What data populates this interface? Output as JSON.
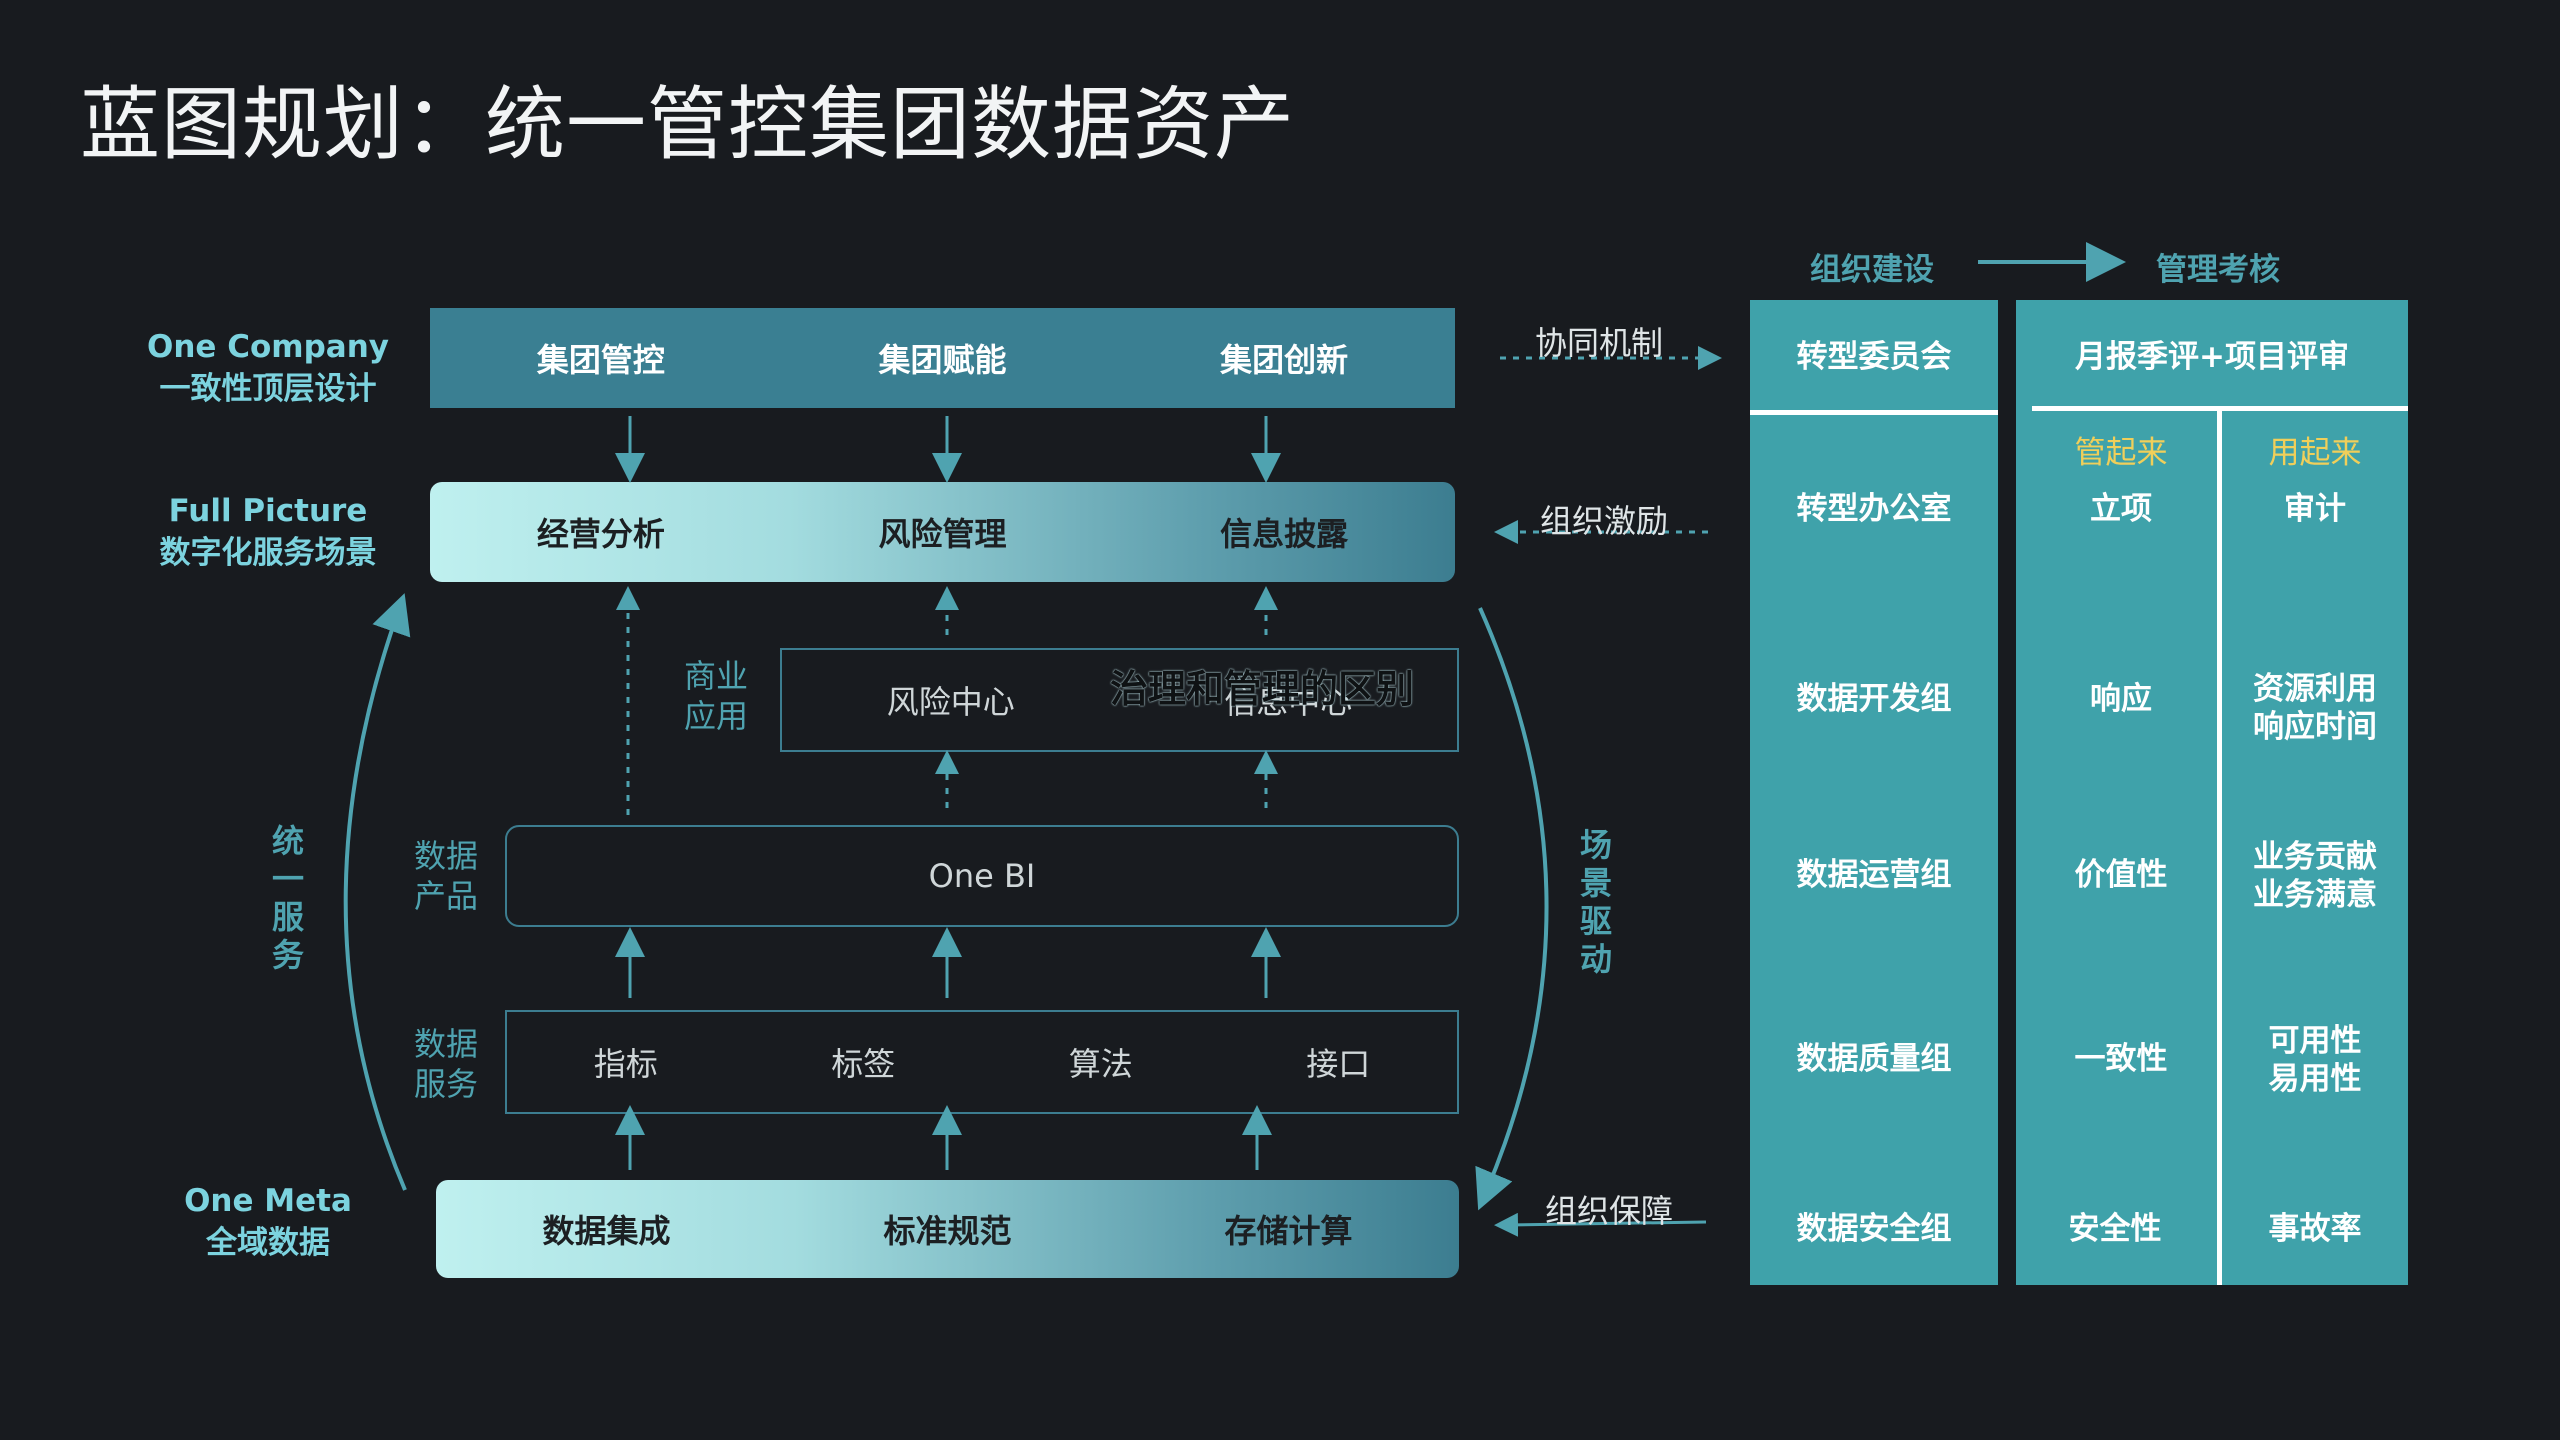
{
  "title": "蓝图规划：统一管控集团数据资产",
  "left_labels": {
    "company": [
      "One Company",
      "一致性顶层设计"
    ],
    "picture": [
      "Full Picture",
      "数字化服务场景"
    ],
    "meta": [
      "One Meta",
      "全域数据"
    ]
  },
  "top_band": [
    "集团管控",
    "集团赋能",
    "集团创新"
  ],
  "scene_band": [
    "经营分析",
    "风险管理",
    "信息披露"
  ],
  "biz_app": {
    "label": [
      "商业",
      "应用"
    ],
    "items": [
      "风险中心",
      "信息中心"
    ]
  },
  "data_product": {
    "label": [
      "数据",
      "产品"
    ],
    "item": "One BI"
  },
  "data_service": {
    "label": [
      "数据",
      "服务"
    ],
    "items": [
      "指标",
      "标签",
      "算法",
      "接口"
    ]
  },
  "bottom_band": [
    "数据集成",
    "标准规范",
    "存储计算"
  ],
  "unified_service": [
    "统",
    "一",
    "服",
    "务"
  ],
  "scene_driven": [
    "场",
    "景",
    "驱",
    "动"
  ],
  "overlay_text": "治理和管理的区别",
  "mechanisms": {
    "collab": "协同机制",
    "incentive": "组织激励",
    "guarantee": "组织保障"
  },
  "header": {
    "org": "组织建设",
    "assess": "管理考核"
  },
  "org_column": [
    "转型委员会",
    "转型办公室",
    "数据开发组",
    "数据运营组",
    "数据质量组",
    "数据安全组"
  ],
  "assess_header": "月报季评+项目评审",
  "assess_left": {
    "tag": "管起来",
    "items": [
      "立项",
      "响应",
      "价值性",
      "一致性",
      "安全性"
    ]
  },
  "assess_right": {
    "tag": "用起来",
    "items": [
      "审计",
      [
        "资源利用",
        "响应时间"
      ],
      [
        "业务贡献",
        "业务满意"
      ],
      [
        "可用性",
        "易用性"
      ],
      "事故率"
    ]
  },
  "colors": {
    "background": "#181b1f",
    "accent": "#4fa3b0",
    "panel": "#3fa2aa",
    "band_dark": "#3a7f92",
    "tag_yellow": "#f0cf5a"
  }
}
